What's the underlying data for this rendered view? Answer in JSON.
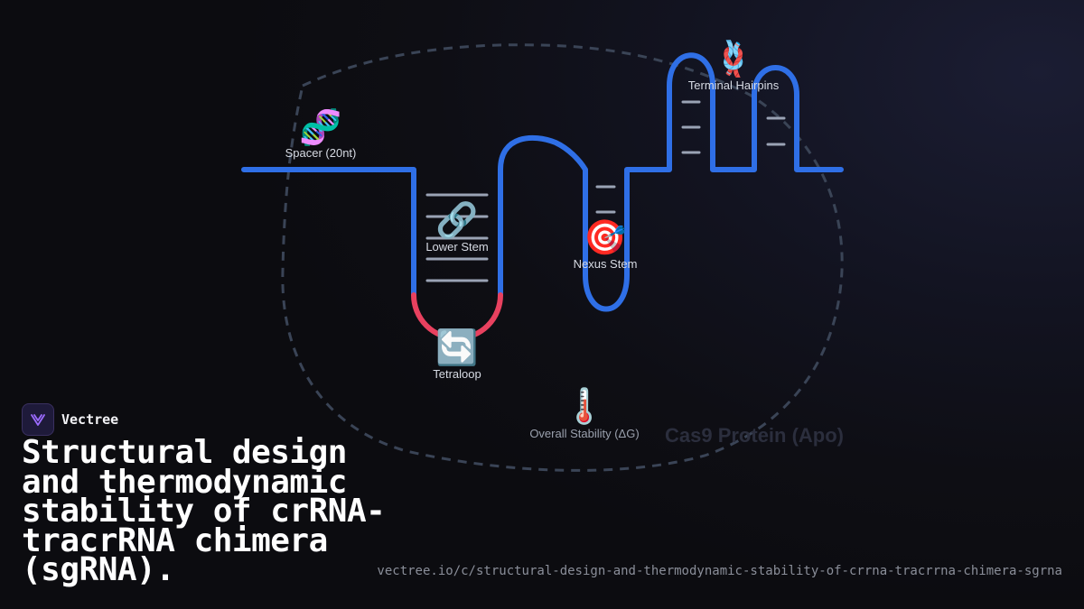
{
  "diagram": {
    "protein_label": "Cas9 Protein (Apo)",
    "colors": {
      "strand": "#2f6fe6",
      "loop": "#e8415f",
      "basepair": "#9aa3b5",
      "protein_outline": "#3a4456"
    },
    "regions": [
      {
        "label": "Spacer (20nt)",
        "icon": "dna-icon",
        "glyph": "🧬"
      },
      {
        "label": "Lower Stem",
        "icon": "link-icon",
        "glyph": "🔗"
      },
      {
        "label": "Tetraloop",
        "icon": "cycle-arrows-icon",
        "glyph": "🔄"
      },
      {
        "label": "Nexus Stem",
        "icon": "target-icon",
        "glyph": "🎯"
      },
      {
        "label": "Terminal Hairpins",
        "icon": "knot-icon",
        "glyph": "🪢"
      },
      {
        "label": "Overall Stability (ΔG)",
        "icon": "thermometer-icon",
        "glyph": "🌡️"
      }
    ]
  },
  "brand": {
    "name": "Vectree"
  },
  "title": "Structural design and thermodynamic stability of crRNA-tracrRNA chimera (sgRNA).",
  "url": "vectree.io/c/structural-design-and-thermodynamic-stability-of-crrna-tracrrna-chimera-sgrna"
}
